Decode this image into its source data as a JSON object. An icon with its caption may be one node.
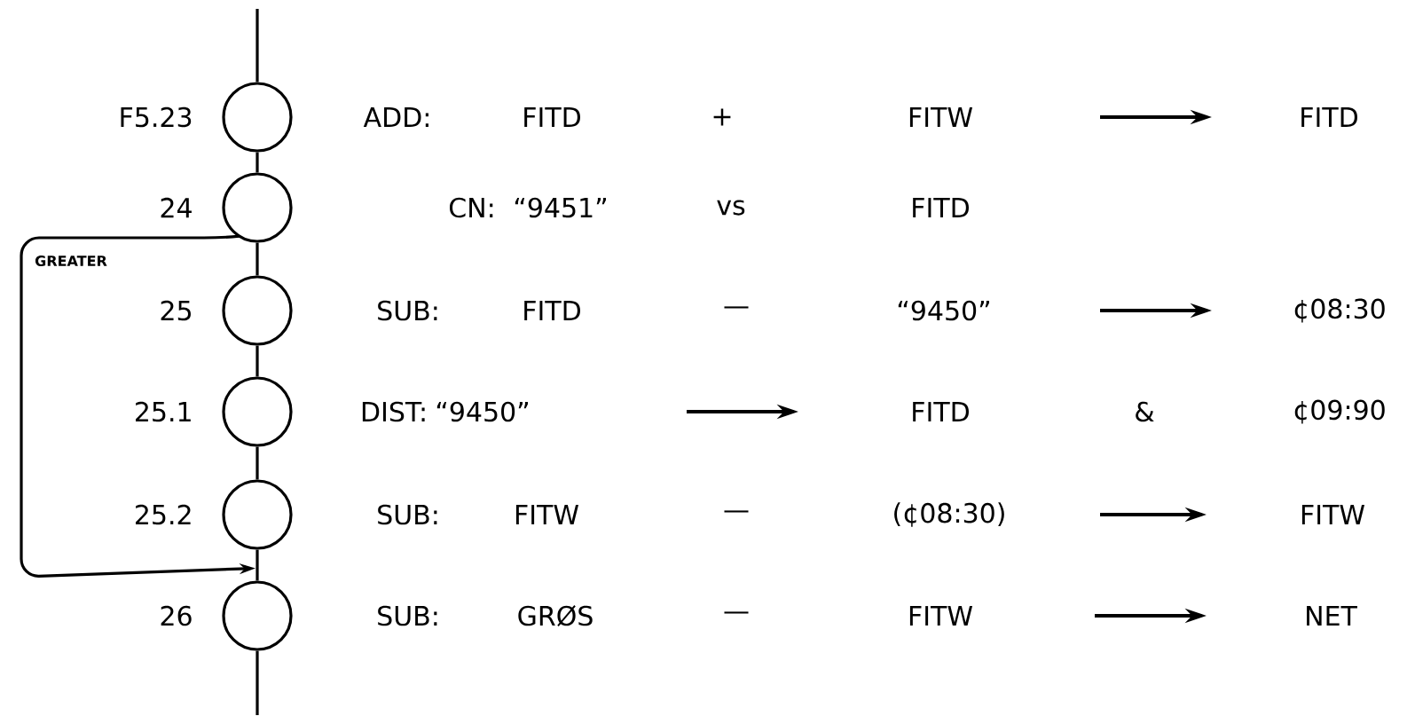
{
  "diagram": {
    "nodes": [
      {
        "text": [],
        "shape": "circle",
        "beside": [
          "F5.23"
        ]
      },
      {
        "text": [],
        "shape": "circle",
        "beside": [
          "24"
        ]
      },
      {
        "text": [],
        "shape": "circle",
        "beside": [
          "25"
        ]
      },
      {
        "text": [],
        "shape": "circle",
        "beside": [
          "25.1"
        ]
      },
      {
        "text": [],
        "shape": "circle",
        "beside": [
          "25.2"
        ]
      },
      {
        "text": [],
        "shape": "circle",
        "beside": [
          "26"
        ]
      }
    ],
    "edges": [
      {
        "from": null,
        "to": 0,
        "arrow": "none"
      },
      {
        "from": 0,
        "to": 1,
        "arrow": "none"
      },
      {
        "from": 1,
        "to": 2,
        "arrow": "none"
      },
      {
        "from": 2,
        "to": 3,
        "arrow": "none"
      },
      {
        "from": 3,
        "to": 4,
        "arrow": "none"
      },
      {
        "from": 4,
        "to": 5,
        "arrow": "none"
      },
      {
        "from": 5,
        "to": null,
        "arrow": "none"
      },
      {
        "from": 1,
        "to": 5,
        "arrow": "to",
        "label": "GREATER"
      }
    ],
    "labels": [
      "ADD:",
      "FITD",
      "+",
      "FITW",
      "FITD",
      "CN:",
      "“9451”",
      "vs",
      "FITD",
      "SUB:",
      "FITD",
      "—",
      "“9450”",
      "¢08:30",
      "DIST:",
      "“9450”",
      "FITD",
      "&",
      "¢09:90",
      "SUB:",
      "FITW",
      "—",
      "(¢08:30)",
      "FITW",
      "SUB:",
      "GRØS",
      "—",
      "FITW",
      "NET"
    ]
  }
}
